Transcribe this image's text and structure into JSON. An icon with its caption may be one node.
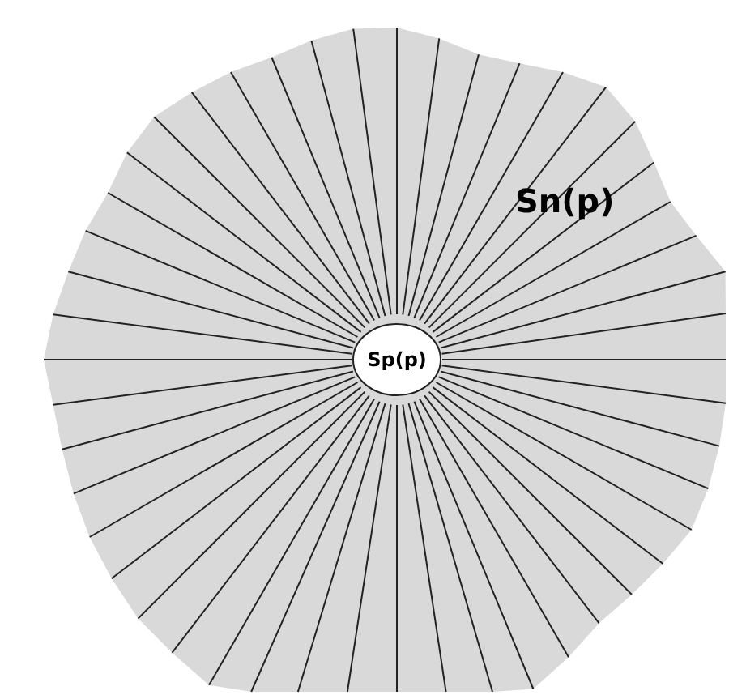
{
  "diagram": {
    "nodes": [
      {
        "text": [
          "Sn(p)"
        ]
      },
      {
        "text": [
          "Sp(p)"
        ],
        "in": 0
      }
    ]
  }
}
